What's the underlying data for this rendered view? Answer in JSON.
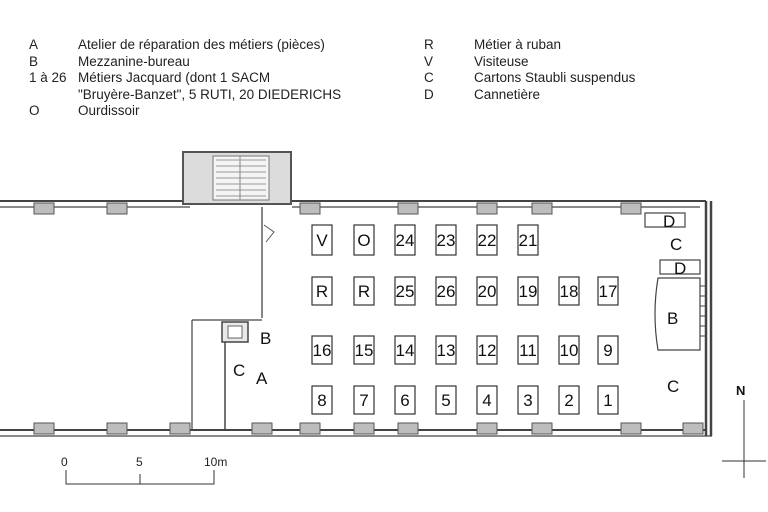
{
  "legend_left": [
    {
      "key": "A",
      "text": "Atelier de réparation des métiers (pièces)"
    },
    {
      "key": "B",
      "text": "Mezzanine-bureau"
    },
    {
      "key": "1 à 26",
      "text": "Métiers Jacquard (dont 1 SACM"
    },
    {
      "key": "",
      "text": "\"Bruyère-Banzet\", 5 RUTI, 20 DIEDERICHS"
    },
    {
      "key": "O",
      "text": "Ourdissoir"
    }
  ],
  "legend_right": [
    {
      "key": "R",
      "text": "Métier à ruban"
    },
    {
      "key": "V",
      "text": "Visiteuse"
    },
    {
      "key": "C",
      "text": "Cartons Staubli suspendus"
    },
    {
      "key": "D",
      "text": "Cannetière"
    }
  ],
  "machine_rows": [
    [
      "V",
      "O",
      "24",
      "23",
      "22",
      "21"
    ],
    [
      "R",
      "R",
      "25",
      "26",
      "20",
      "19",
      "18",
      "17"
    ],
    [
      "16",
      "15",
      "14",
      "13",
      "12",
      "11",
      "10",
      "9"
    ],
    [
      "8",
      "7",
      "6",
      "5",
      "4",
      "3",
      "2",
      "1"
    ]
  ],
  "plan_labels": {
    "d_top": "D",
    "c_top": "C",
    "d_mid": "D",
    "b_right": "B",
    "c_right": "C",
    "b_left": "B",
    "c_left": "C",
    "a_left": "A"
  },
  "north": "N",
  "scale": {
    "ticks": [
      "0",
      "5",
      "10m"
    ]
  }
}
